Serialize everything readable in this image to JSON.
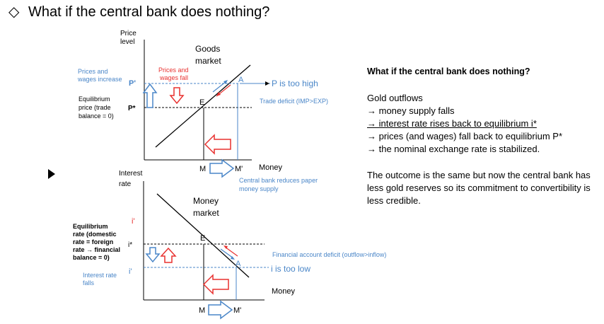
{
  "slide": {
    "title_marker": "◇",
    "title": "What if the central bank does nothing?"
  },
  "goods": {
    "axis_y_label": [
      "Price",
      "level"
    ],
    "market_label": [
      "Goods",
      "market"
    ],
    "axis_x_label": "Money",
    "p_prime": "P'",
    "p_star": "P*",
    "left_blue_label": [
      "Prices and",
      "wages increase"
    ],
    "left_black_label": [
      "Equilibrium",
      "price (trade",
      "balance = 0)"
    ],
    "red_label": [
      "Prices and",
      "wages fall"
    ],
    "point_a": "A",
    "point_e": "E",
    "p_too_high": "P is too high",
    "trade_deficit": "Trade deficit (IMP>EXP)",
    "m_label": "M",
    "m_prime_label": "M'",
    "cb_reduces": [
      "Central bank reduces paper",
      "money supply"
    ]
  },
  "money_mkt": {
    "axis_y_label": [
      "Interest",
      "rate"
    ],
    "market_label": [
      "Money",
      "market"
    ],
    "axis_x_label": "Money",
    "i_prime_top": "i'",
    "i_star": "i*",
    "i_prime_bottom": "i'",
    "left_black_label": [
      "Equilibrium",
      "rate (domestic",
      "rate = foreign",
      "rate → financial",
      "balance = 0)"
    ],
    "left_blue_label": [
      "Interest rate",
      "falls"
    ],
    "point_e": "E",
    "point_a": "A",
    "financial_deficit": "Financial account deficit (outflow>inflow)",
    "i_too_low": "i is too low",
    "m_label": "M",
    "m_prime_label": "M'"
  },
  "right_panel": {
    "heading": "What if the central bank does nothing?",
    "gold_outflows": "Gold outflows",
    "bullets": [
      "→ money supply falls",
      "→ interest rate rises back to equilibrium i*",
      "→ prices (and wages) fall back to equilibrium P*",
      "→ the nominal exchange rate is stabilized."
    ],
    "outcome": "The outcome is the same but now the central bank has less gold reserves so its commitment to convertibility is less credible."
  },
  "colors": {
    "blue": "#4a86c8",
    "red": "#e8312f",
    "text": "#000000"
  },
  "icons": [
    "diamond-icon",
    "play-icon",
    "up-arrow-icon",
    "down-arrow-icon",
    "left-arrow-icon",
    "right-arrow-icon"
  ]
}
